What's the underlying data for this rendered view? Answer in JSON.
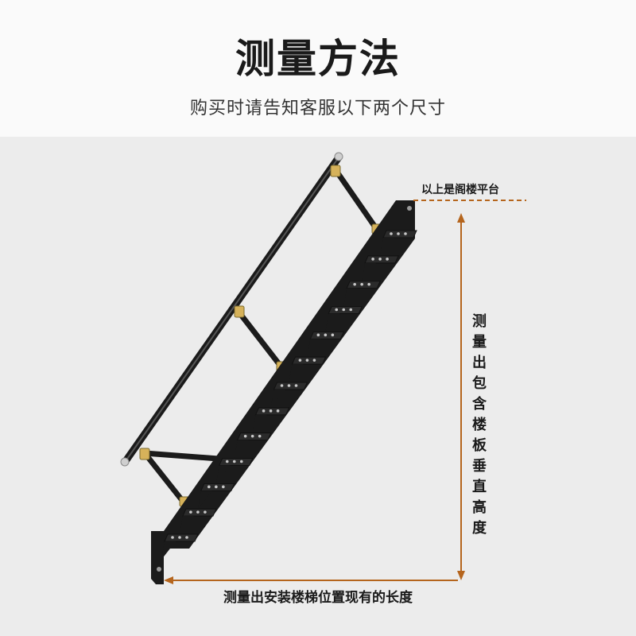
{
  "header": {
    "title": "测量方法",
    "subtitle": "购买时请告知客服以下两个尺寸"
  },
  "annotations": {
    "platform": "以上是阁楼平台",
    "vertical_height": "测量出包含楼板垂直高度",
    "horizontal_length": "测量出安装楼梯位置现有的长度"
  },
  "colors": {
    "measure": "#b5651d",
    "stair": "#1b1b1b"
  }
}
